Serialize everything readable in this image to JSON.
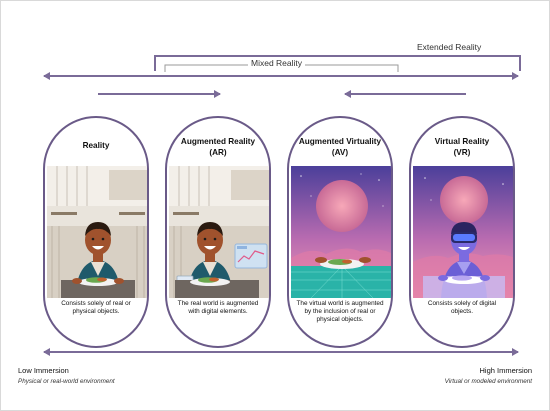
{
  "brackets": {
    "extended": "Extended Reality",
    "mixed": "Mixed Reality"
  },
  "cards": [
    {
      "title_line1": "Reality",
      "title_line2": "",
      "desc": "Consists solely of real or physical objects.",
      "scene_icon": "real-kitchen-person-eating"
    },
    {
      "title_line1": "Augmented Reality",
      "title_line2": "(AR)",
      "desc": "The real world is augmented with digital elements.",
      "scene_icon": "real-kitchen-person-with-hologram"
    },
    {
      "title_line1": "Augmented Virtuality",
      "title_line2": "(AV)",
      "desc": "The virtual world is augmented by the inclusion of real or physical objects.",
      "scene_icon": "virtual-landscape-with-real-food"
    },
    {
      "title_line1": "Virtual Reality",
      "title_line2": "(VR)",
      "desc": "Consists solely of digital objects.",
      "scene_icon": "virtual-landscape-person-with-headset"
    }
  ],
  "scale": {
    "low_title": "Low Immersion",
    "low_sub": "Physical or real-world environment",
    "high_title": "High Immersion",
    "high_sub": "Virtual or modeled environment"
  },
  "colors": {
    "accent": "#7a6b98",
    "card_border": "#6a5a88",
    "virtual_sky_top": "#5b4fa8",
    "virtual_sky_bottom": "#e58ab8",
    "skin": "#a0522d",
    "shirt": "#1f5a6b"
  }
}
